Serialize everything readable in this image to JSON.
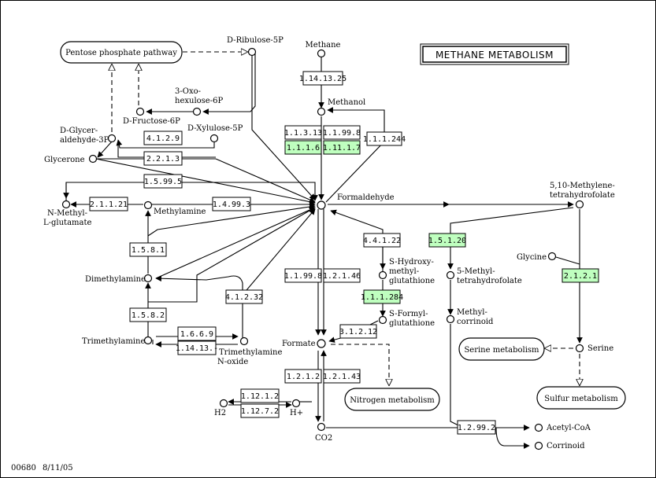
{
  "diagram": {
    "title": "METHANE METABOLISM",
    "footer_id": "00680",
    "footer_date": "8/11/05",
    "colors": {
      "green": "#bfffbf",
      "line": "#000000",
      "background": "#ffffff"
    },
    "maps": {
      "pentose": "Pentose phosphate pathway",
      "serine": "Serine metabolism",
      "sulfur": "Sulfur metabolism",
      "nitrogen": "Nitrogen metabolism"
    },
    "compounds": {
      "methane": "Methane",
      "methanol": "Methanol",
      "formaldehyde": "Formaldehyde",
      "formate": "Formate",
      "co2": "CO2",
      "d_ribulose_5p": "D-Ribulose-5P",
      "oxo_hexulose_1": "3-Oxo-",
      "oxo_hexulose_2": "hexulose-6P",
      "d_fructose_6p": "D-Fructose-6P",
      "d_xylulose_5p": "D-Xylulose-5P",
      "d_glyceraldehyde_1": "D-Glycer-",
      "d_glyceraldehyde_2": "aldehyde-3P",
      "glycerone": "Glycerone",
      "n_methyl_1": "N-Methyl-",
      "n_methyl_2": "L-glutamate",
      "methylamine": "Methylamine",
      "dimethylamine": "Dimethylamine",
      "trimethylamine": "Trimethylamine",
      "tmao_1": "Trimethylamine",
      "tmao_2": "N-oxide",
      "h2": "H2",
      "hplus": "H+",
      "s_hydroxy_1": "S-Hydroxy-",
      "s_hydroxy_2": "methyl-",
      "s_hydroxy_3": "glutathione",
      "s_formyl_1": "S-Formyl-",
      "s_formyl_2": "glutathione",
      "methylene_thf_1": "5,10-Methylene-",
      "methylene_thf_2": "tetrahydrofolate",
      "methyl_thf_1": "5-Methyl-",
      "methyl_thf_2": "tetrahydrofolate",
      "methyl_corrinoid_1": "Methyl-",
      "methyl_corrinoid_2": "corrinoid",
      "glycine": "Glycine",
      "serine": "Serine",
      "acetyl_coa": "Acetyl-CoA",
      "corrinoid": "Corrinoid"
    },
    "enzymes": {
      "e_1_14_13_25": "1.14.13.25",
      "e_1_1_3_13": "1.1.3.13",
      "e_1_1_99_8_a": "1.1.99.8",
      "e_1_1_1_6": "1.1.1.6",
      "e_1_11_1_7": "1.11.1.7",
      "e_1_1_1_244": "1.1.1.244",
      "e_4_1_2_9": "4.1.2.9",
      "e_2_2_1_3": "2.2.1.3",
      "e_1_5_99_5": "1.5.99.5",
      "e_2_1_1_21": "2.1.1.21",
      "e_1_4_99_3": "1.4.99.3",
      "e_1_5_8_1": "1.5.8.1",
      "e_1_5_8_2": "1.5.8.2",
      "e_4_1_2_32": "4.1.2.32",
      "e_1_6_6_9": "1.6.6.9",
      "e_1_14_13_x": "1.14.13.-",
      "e_4_4_1_22": "4.4.1.22",
      "e_1_1_1_284": "1.1.1.284",
      "e_3_1_2_12": "3.1.2.12",
      "e_1_1_99_8_b": "1.1.99.8",
      "e_1_2_1_46": "1.2.1.46",
      "e_1_2_1_2": "1.2.1.2",
      "e_1_2_1_43": "1.2.1.43",
      "e_1_12_1_2": "1.12.1.2",
      "e_1_12_7_2": "1.12.7.2",
      "e_1_5_1_20": "1.5.1.20",
      "e_2_1_2_1": "2.1.2.1",
      "e_1_2_99_2": "1.2.99.2"
    }
  }
}
